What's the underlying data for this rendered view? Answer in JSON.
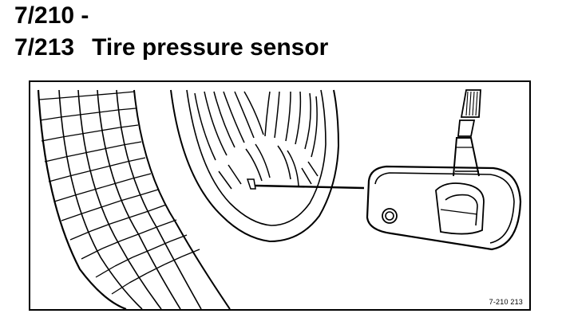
{
  "heading": {
    "line1": "7/210 -",
    "line2_code": "7/213",
    "line2_title": "Tire pressure sensor"
  },
  "figure": {
    "code": "7-210 213"
  }
}
